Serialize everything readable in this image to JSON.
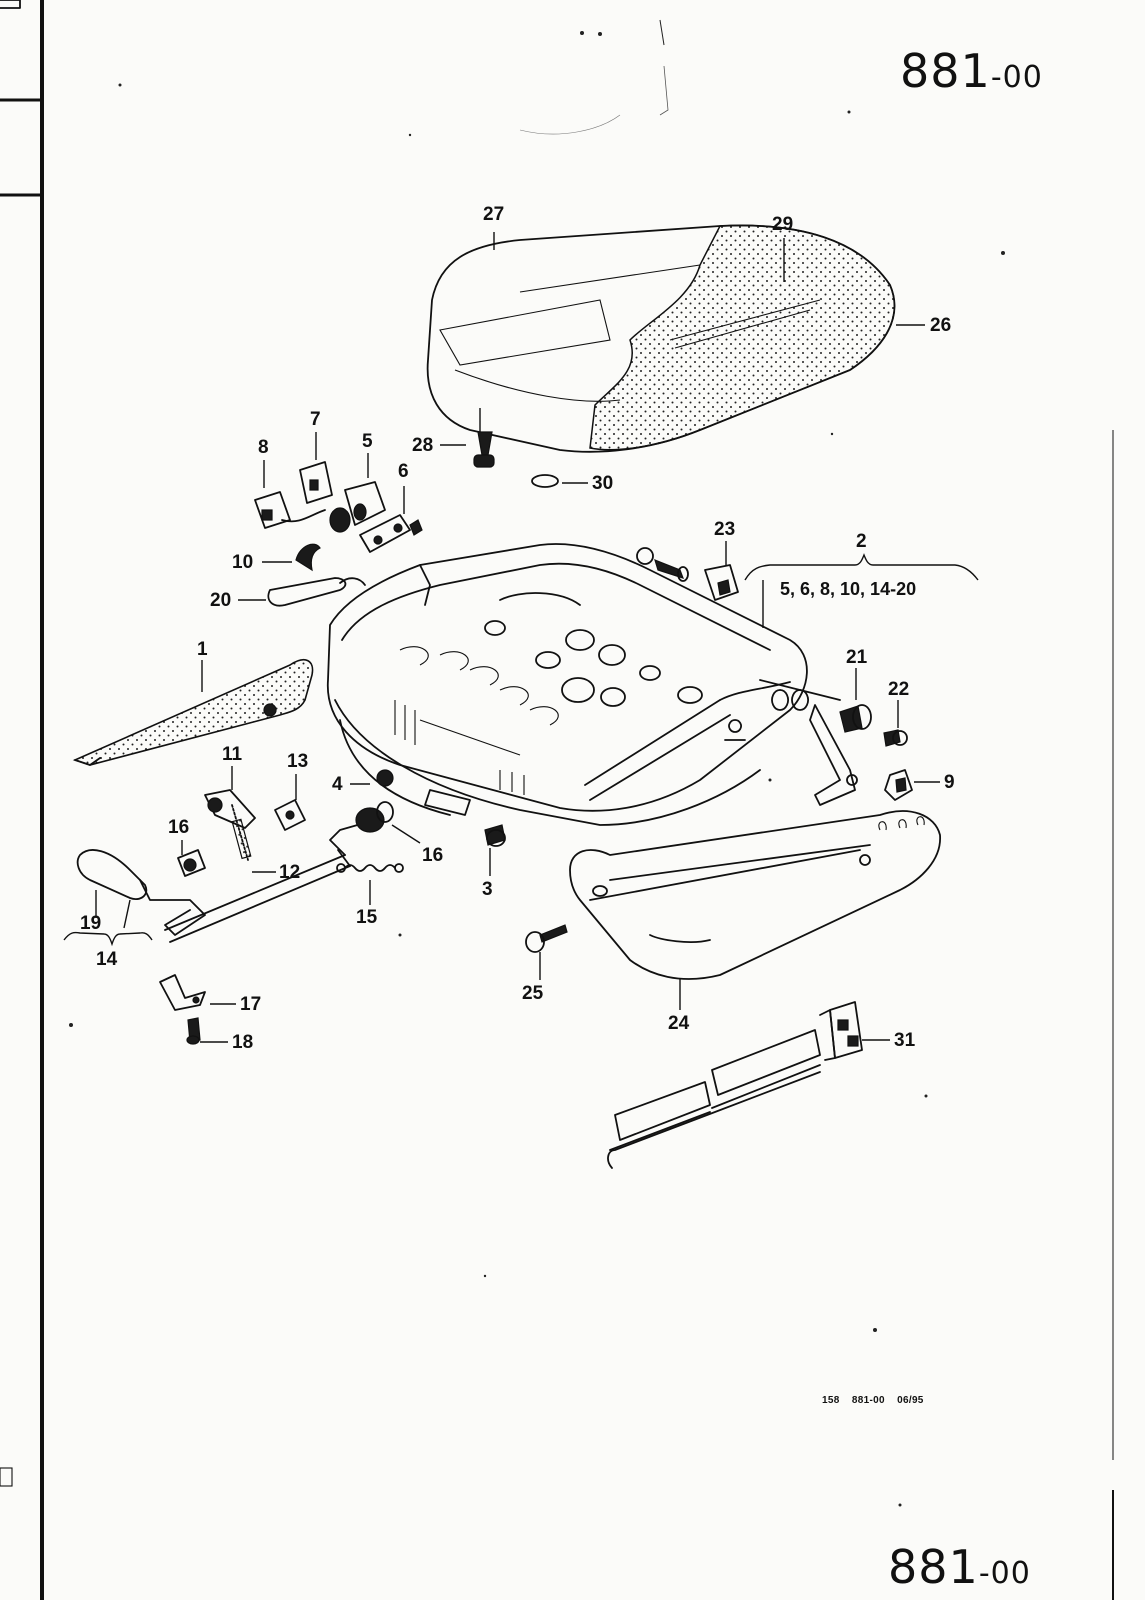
{
  "header": {
    "page_main": "881",
    "page_suffix": "-00"
  },
  "footer": {
    "code": "158    881-00    06/95",
    "page_main": "881",
    "page_suffix": "-00"
  },
  "callouts": {
    "c1": "1",
    "c2": "2",
    "c2_range": "5, 6, 8, 10, 14-20",
    "c3": "3",
    "c4": "4",
    "c5": "5",
    "c6": "6",
    "c7": "7",
    "c8": "8",
    "c9": "9",
    "c10": "10",
    "c11": "11",
    "c12": "12",
    "c13": "13",
    "c14": "14",
    "c15": "15",
    "c16a": "16",
    "c16b": "16",
    "c17": "17",
    "c18": "18",
    "c19": "19",
    "c20": "20",
    "c21": "21",
    "c22": "22",
    "c23": "23",
    "c24": "24",
    "c25": "25",
    "c26": "26",
    "c27": "27",
    "c28": "28",
    "c29": "29",
    "c30": "30",
    "c31": "31"
  }
}
